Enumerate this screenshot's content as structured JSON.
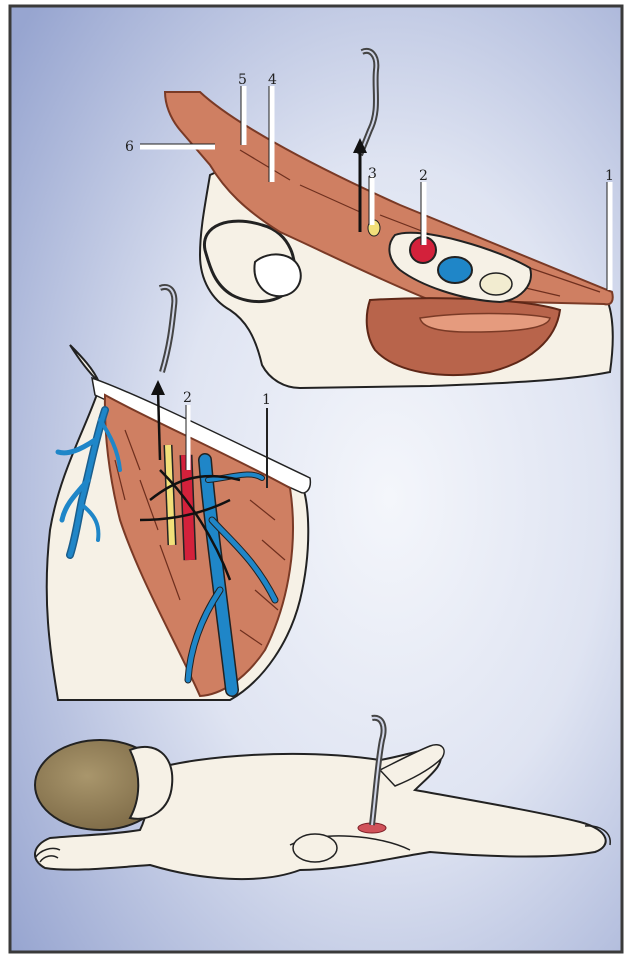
{
  "panels": {
    "top": {
      "labels": [
        "1",
        "2",
        "3",
        "4",
        "5",
        "6"
      ]
    },
    "middle": {
      "labels": [
        "1",
        "2"
      ]
    },
    "bottom": {
      "labels": []
    }
  },
  "colors": {
    "background_light": "#f2f4f9",
    "background_dark": "#95a3cf",
    "frame": "#3a3a3a",
    "skin": "#f6f1e6",
    "muscle": "#cf7f62",
    "muscle_dark": "#8a3f2a",
    "artery": "#d3213b",
    "vein": "#1f86c8",
    "nerve": "#f2e07a",
    "hair": "#8c7a55",
    "line": "#222222"
  }
}
